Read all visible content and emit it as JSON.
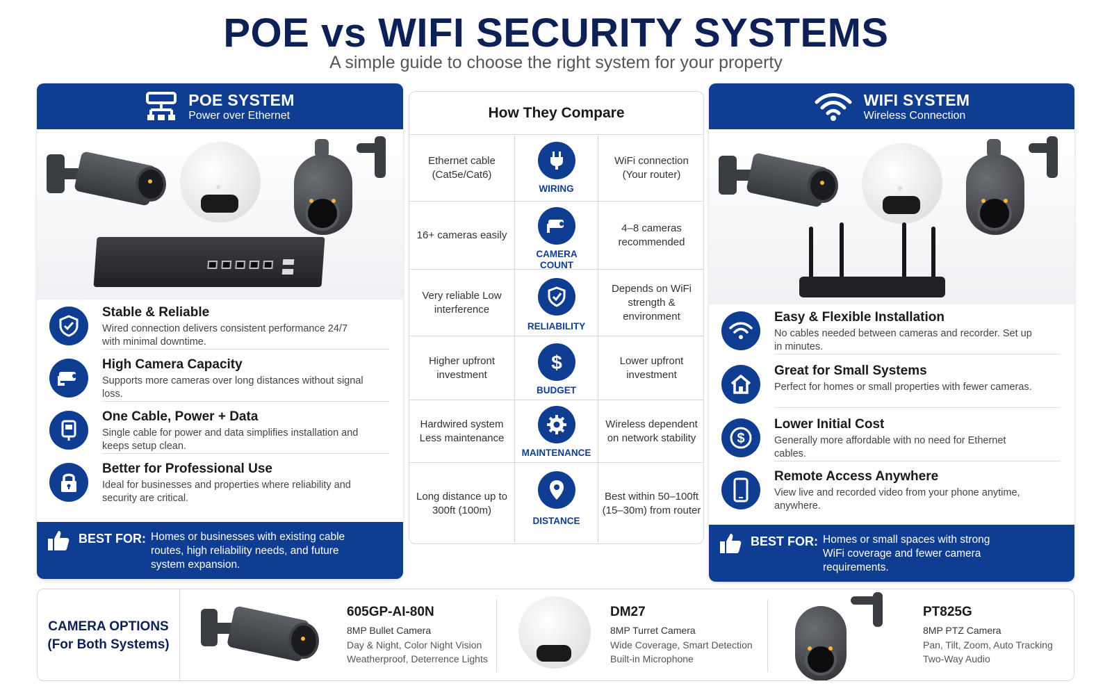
{
  "title": "POE vs WIFI SECURITY SYSTEMS",
  "subtitle": "A simple guide to choose the right system for your property",
  "poe": {
    "title": "POE SYSTEM",
    "subtitle": "Power over Ethernet",
    "features": [
      {
        "icon": "shield-check-icon",
        "title": "Stable & Reliable",
        "desc": "Wired connection delivers consistent performance 24/7 with minimal downtime."
      },
      {
        "icon": "camera-icon",
        "title": "High Camera Capacity",
        "desc": "Supports more cameras over long distances without signal loss."
      },
      {
        "icon": "ethernet-plug-icon",
        "title": "One Cable, Power + Data",
        "desc": "Single cable for power and data simplifies installation and keeps setup clean."
      },
      {
        "icon": "lock-icon",
        "title": "Better for Professional Use",
        "desc": "Ideal for businesses and properties where reliability and security are critical."
      }
    ],
    "best_for_label": "BEST FOR:",
    "best_for": "Homes or businesses with existing cable routes, high reliability needs, and future system expansion."
  },
  "wifi": {
    "title": "WIFI SYSTEM",
    "subtitle": "Wireless Connection",
    "features": [
      {
        "icon": "wifi-icon",
        "title": "Easy & Flexible Installation",
        "desc": "No cables needed between cameras and recorder. Set up in minutes."
      },
      {
        "icon": "house-icon",
        "title": "Great for Small Systems",
        "desc": "Perfect for homes or small properties with fewer cameras."
      },
      {
        "icon": "dollar-icon",
        "title": "Lower Initial Cost",
        "desc": "Generally more affordable with no need for Ethernet cables."
      },
      {
        "icon": "phone-icon",
        "title": "Remote Access Anywhere",
        "desc": "View live and recorded video from your phone anytime, anywhere."
      }
    ],
    "best_for_label": "BEST FOR:",
    "best_for": "Homes or small spaces with strong WiFi coverage and fewer camera requirements."
  },
  "compare": {
    "title": "How They Compare",
    "rows": [
      {
        "left": "Ethernet cable (Cat5e/Cat6)",
        "icon": "plug-icon",
        "label": "WIRING",
        "right": "WiFi connection (Your router)"
      },
      {
        "left": "16+ cameras easily",
        "icon": "camera-icon",
        "label": "CAMERA COUNT",
        "right": "4–8 cameras recommended"
      },
      {
        "left": "Very reliable Low interference",
        "icon": "shield-check-icon",
        "label": "RELIABILITY",
        "right": "Depends on WiFi strength & environment"
      },
      {
        "left": "Higher upfront investment",
        "icon": "dollar-icon",
        "label": "BUDGET",
        "right": "Lower upfront investment"
      },
      {
        "left": "Hardwired system Less maintenance",
        "icon": "gear-icon",
        "label": "MAINTENANCE",
        "right": "Wireless dependent on network stability"
      },
      {
        "left": "Long distance up to 300ft (100m)",
        "icon": "location-pin-icon",
        "label": "DISTANCE",
        "right": "Best within 50–100ft (15–30m) from router"
      }
    ]
  },
  "camera_options": {
    "label_line1": "CAMERA OPTIONS",
    "label_line2": "(For Both Systems)",
    "products": [
      {
        "model": "605GP-AI-80N",
        "type": "8MP Bullet Camera",
        "line1": "Day & Night, Color Night Vision",
        "line2": "Weatherproof, Deterrence Lights"
      },
      {
        "model": "DM27",
        "type": "8MP Turret Camera",
        "line1": "Wide Coverage, Smart Detection",
        "line2": "Built-in Microphone"
      },
      {
        "model": "PT825G",
        "type": "8MP PTZ Camera",
        "line1": "Pan, Tilt, Zoom, Auto Tracking",
        "line2": "Two-Way Audio"
      }
    ]
  },
  "colors": {
    "brand_blue": "#0f3d91",
    "title_navy": "#0d2157"
  }
}
